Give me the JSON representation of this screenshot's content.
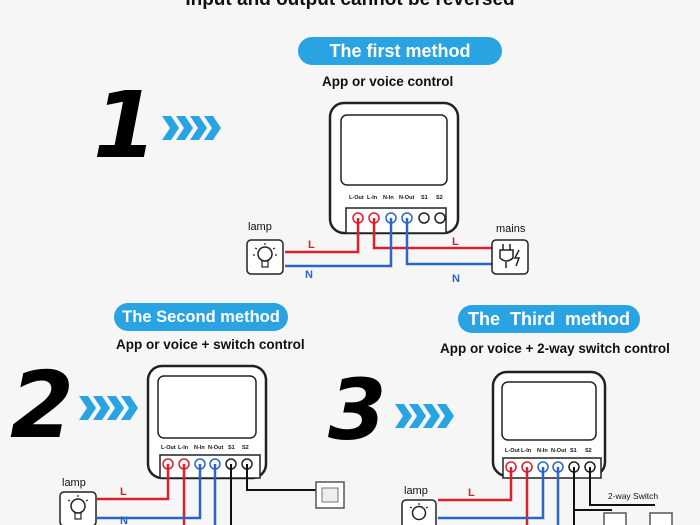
{
  "header": {
    "text": "Input and output cannot be reversed"
  },
  "methods": [
    {
      "number": "1",
      "title": "The first method",
      "subtitle": "App or voice control"
    },
    {
      "number": "2",
      "title": "The Second method",
      "subtitle": "App or voice + switch control"
    },
    {
      "number": "3",
      "title": "The  Third  method",
      "subtitle": "App or voice + 2-way switch control"
    }
  ],
  "terminals": [
    "L-Out",
    "L-In",
    "N-In",
    "N-Out",
    "S1",
    "S2"
  ],
  "wire_labels": {
    "live": "L",
    "neutral": "N"
  },
  "device_labels": {
    "lamp": "lamp",
    "mains": "mains",
    "two_way_switch": "2-way Switch"
  },
  "colors": {
    "accent": "#2aa3e3",
    "live_wire": "#d8212b",
    "neutral_wire": "#2a66c8",
    "switch_wire": "#111111"
  }
}
